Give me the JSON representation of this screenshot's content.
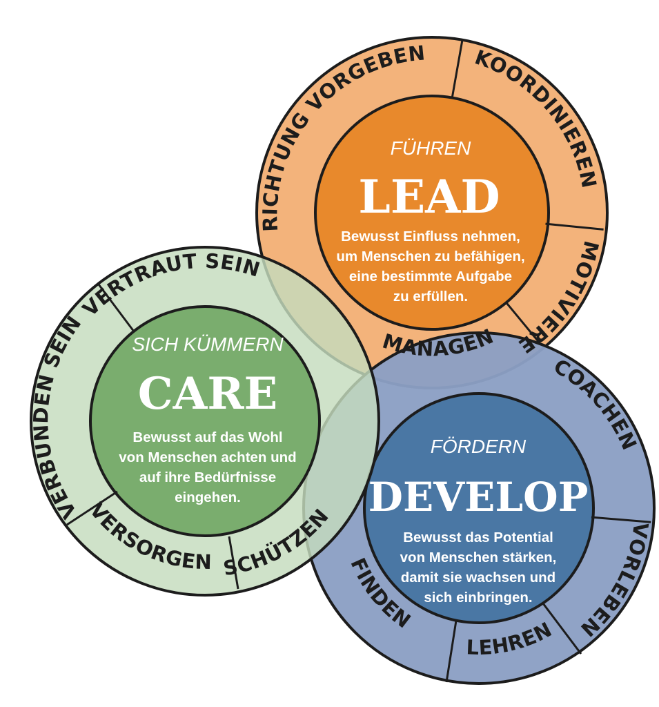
{
  "colors": {
    "lead_ring": "#f3b37b",
    "lead_core": "#e8892c",
    "care_ring": "#c5dcbd",
    "care_core": "#7aad6e",
    "develop_ring": "#8b9fc4",
    "develop_core": "#4a77a4",
    "outline": "#1c1c1c"
  },
  "lead": {
    "subtitle": "FÜHREN",
    "title": "LEAD",
    "description": [
      "Bewusst Einfluss nehmen,",
      "um Menschen zu befähigen,",
      "eine bestimmte Aufgabe",
      "zu erfüllen."
    ],
    "ring_words": [
      "RICHTUNG VORGEBEN",
      "KOORDINIEREN",
      "MOTIVIEREN",
      "MANAGEN"
    ]
  },
  "care": {
    "subtitle": "SICH KÜMMERN",
    "title": "CARE",
    "description": [
      "Bewusst auf das Wohl",
      "von Menschen achten und",
      "auf ihre Bedürfnisse",
      "eingehen."
    ],
    "ring_words": [
      "VERTRAUT SEIN",
      "VERBUNDEN SEIN",
      "VERSORGEN",
      "SCHÜTZEN"
    ]
  },
  "develop": {
    "subtitle": "FÖRDERN",
    "title": "DEVELOP",
    "description": [
      "Bewusst das Potential",
      "von Menschen stärken,",
      "damit sie wachsen und",
      "sich einbringen."
    ],
    "ring_words": [
      "COACHEN",
      "VORLEBEN",
      "LEHREN",
      "FINDEN"
    ]
  }
}
